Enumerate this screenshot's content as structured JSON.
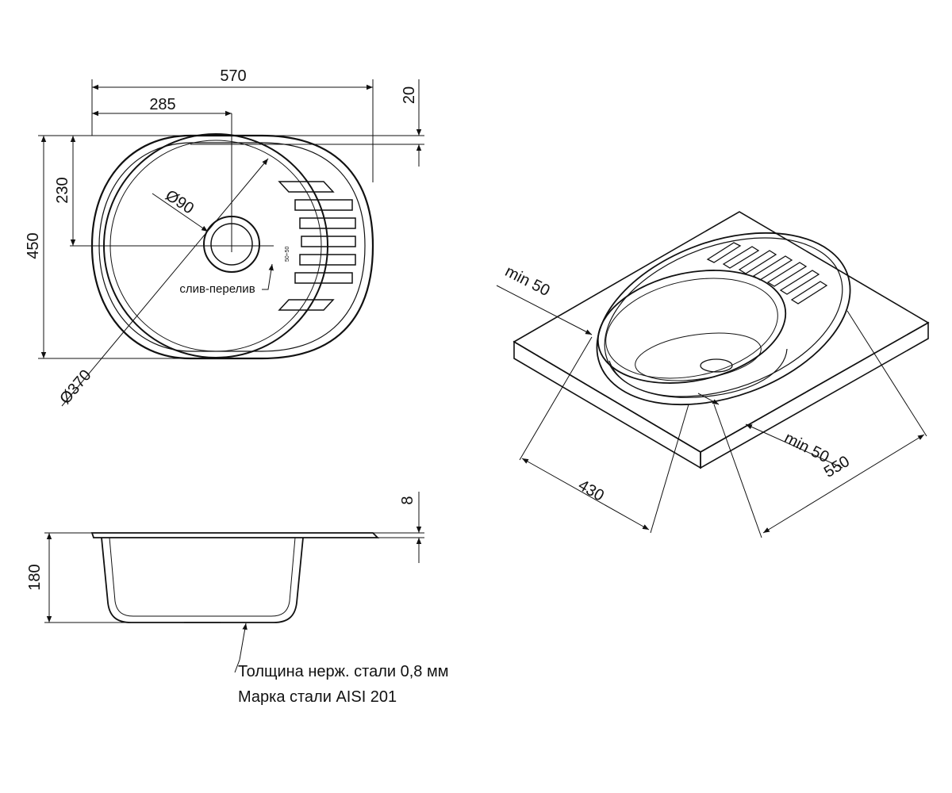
{
  "top_view": {
    "dim_width": "570",
    "dim_half_width": "285",
    "dim_flange": "20",
    "dim_height": "450",
    "dim_center_offset": "230",
    "dim_drain_diameter": "Ø90",
    "dim_bowl_diameter": "Ø370",
    "drain_label": "слив-перелив"
  },
  "iso_view": {
    "dim_min_left": "min 50",
    "dim_min_right": "min 50",
    "dim_depth": "430",
    "dim_length": "550"
  },
  "section_view": {
    "dim_flange_thickness": "8",
    "dim_depth": "180"
  },
  "notes": {
    "line1": "Толщина нерж. стали 0,8 мм",
    "line2": "Марка стали AISI 201"
  }
}
